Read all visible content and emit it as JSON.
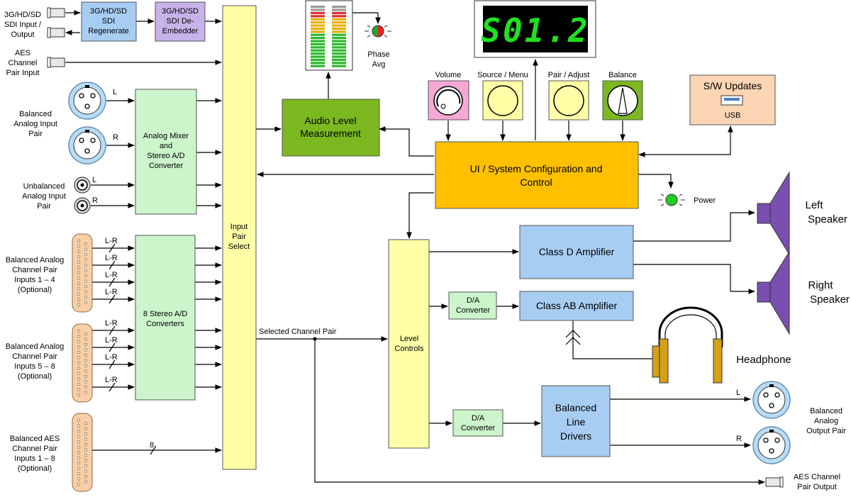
{
  "blocks": {
    "sdi_regen": [
      "3G/HD/SD",
      "SDI",
      "Regenerate"
    ],
    "sdi_deemb": [
      "3G/HD/SD",
      "SDI De-",
      "Embedder"
    ],
    "input_select": [
      "Input",
      "Pair",
      "Select"
    ],
    "analog_mixer": [
      "Analog Mixer",
      "and",
      "Stereo A/D",
      "Converter"
    ],
    "stereo_ad": [
      "8 Stereo A/D",
      "Converters"
    ],
    "audio_level": [
      "Audio Level",
      "Measurement"
    ],
    "ui_control": [
      "UI / System Configuration and",
      "Control"
    ],
    "level_controls": [
      "Level",
      "Controls"
    ],
    "class_d": "Class D Amplifier",
    "class_ab": "Class AB Amplifier",
    "da1": [
      "D/A",
      "Converter"
    ],
    "da2": [
      "D/A",
      "Converter"
    ],
    "line_drivers": [
      "Balanced",
      "Line",
      "Drivers"
    ],
    "sw_updates": "S/W Updates",
    "usb": "USB"
  },
  "inputs": {
    "sdi": [
      "3G/HD/SD",
      "SDI Input /",
      "Output"
    ],
    "aes": [
      "AES",
      "Channel",
      "Pair Input"
    ],
    "bal_analog": [
      "Balanced",
      "Analog Input",
      "Pair"
    ],
    "unbal_analog": [
      "Unbalanced",
      "Analog Input",
      "Pair"
    ],
    "bal_1_4": [
      "Balanced Analog",
      "Channel Pair",
      "Inputs 1 – 4",
      "(Optional)"
    ],
    "bal_5_8": [
      "Balanced Analog",
      "Channel Pair",
      "Inputs 5 – 8",
      "(Optional)"
    ],
    "aes_1_8": [
      "Balanced AES",
      "Channel Pair",
      "Inputs 1 – 8",
      "(Optional)"
    ]
  },
  "channel_labels": {
    "left": "L",
    "right": "R",
    "pair": "L-R",
    "bus_count": "8"
  },
  "controls": {
    "volume": "Volume",
    "source_menu": "Source / Menu",
    "pair_adjust": "Pair / Adjust",
    "balance": "Balance"
  },
  "display_value": "S01.2",
  "phase": [
    "Phase",
    "Avg"
  ],
  "power": "Power",
  "selected_pair": "Selected Channel Pair",
  "outputs": {
    "left_speaker": [
      "Left",
      "Speaker"
    ],
    "right_speaker": [
      "Right",
      "Speaker"
    ],
    "headphone": "Headphone",
    "bal_out": [
      "Balanced",
      "Analog",
      "Output Pair"
    ],
    "aes_out": [
      "AES Channel",
      "Pair Output"
    ]
  },
  "colors": {
    "blue": "#a8cdf3",
    "purple": "#c7b3ea",
    "yellow": "#ffffa8",
    "green_light": "#ccf5cc",
    "green_dark": "#7cb81f",
    "orange": "#ffc000",
    "pink": "#f7a8d4",
    "peach": "#fcd5b4",
    "display_green": "#20e020"
  }
}
